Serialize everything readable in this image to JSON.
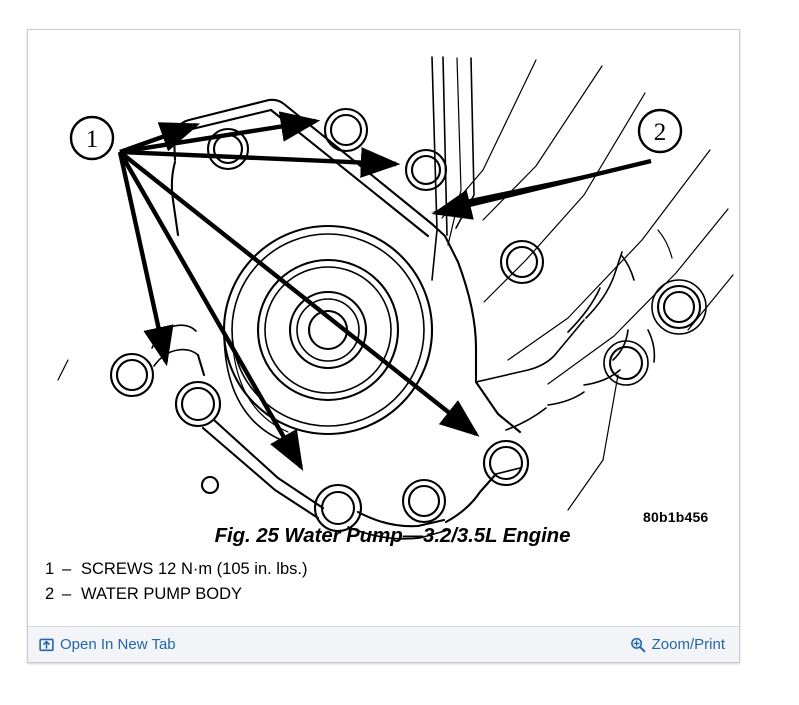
{
  "viewer": {
    "figure": {
      "title": "Fig. 25 Water Pump—3.2/3.5L Engine",
      "part_number": "80b1b456",
      "callouts": [
        {
          "id": "1",
          "label": "1"
        },
        {
          "id": "2",
          "label": "2"
        }
      ],
      "legend": [
        {
          "num": "1",
          "dash": "–",
          "text": "SCREWS 12 N·m (105 in. lbs.)"
        },
        {
          "num": "2",
          "dash": "–",
          "text": "WATER PUMP BODY"
        }
      ]
    },
    "footer": {
      "open_new_tab": {
        "label": "Open In New Tab",
        "icon": "open-in-new-icon"
      },
      "zoom_print": {
        "label": "Zoom/Print",
        "icon": "magnifier-plus-icon"
      },
      "link_color": "#2566ad",
      "background": "#f2f4f7"
    }
  }
}
